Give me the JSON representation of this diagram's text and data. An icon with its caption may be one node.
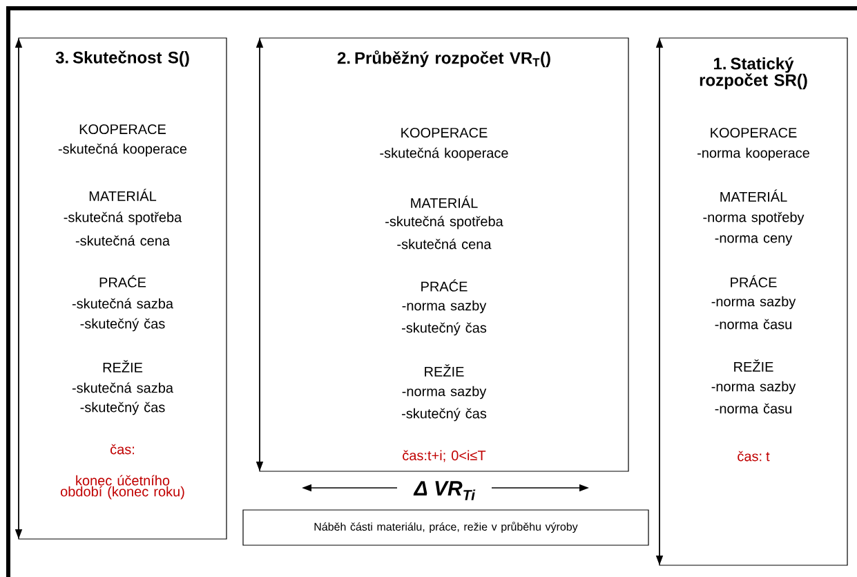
{
  "diagram": {
    "nodes": [
      {
        "text": [
          "3. Skutečnost S()",
          "KOOPERACE",
          "-skutečná kooperace",
          "MATERIÁL",
          "-skutečná spotřeba",
          "-skutečná cena",
          "PRAĆE",
          "-skutečná sazba",
          "-skutečný čas",
          "REŽIE",
          "-skutečná sazba",
          "-skutečný čas",
          "čas:",
          "konec účetního období (konec roku)"
        ]
      },
      {
        "text": [
          "2. Průběžný rozpočet VR$_{T}$()",
          "KOOPERACE",
          "-skutečná kooperace",
          "MATERIÁL",
          "-skutečná spotřeba",
          "-skutečná cena",
          "PRAĆE",
          "-norma sazby",
          "-skutečný čas",
          "REŽIE",
          "-norma sazby",
          "-skutečný čas",
          "čas:t+i; 0<i≤T"
        ]
      },
      {
        "text": [
          "1. Statický rozpočet SR()",
          "KOOPERACE",
          "-norma kooperace",
          "MATERIÁL",
          "-norma spotřeby",
          "-norma ceny",
          "PRÁCE",
          "-norma sazby",
          "-norma času",
          "REŽIE",
          "-norma sazby",
          "-norma času",
          "čas: t"
        ]
      },
      {
        "text": [
          "Náběh části materiálu, práce, režie v průběhu výroby"
        ]
      }
    ],
    "labels": [
      "Δ VR$_{Ti}$"
    ]
  }
}
